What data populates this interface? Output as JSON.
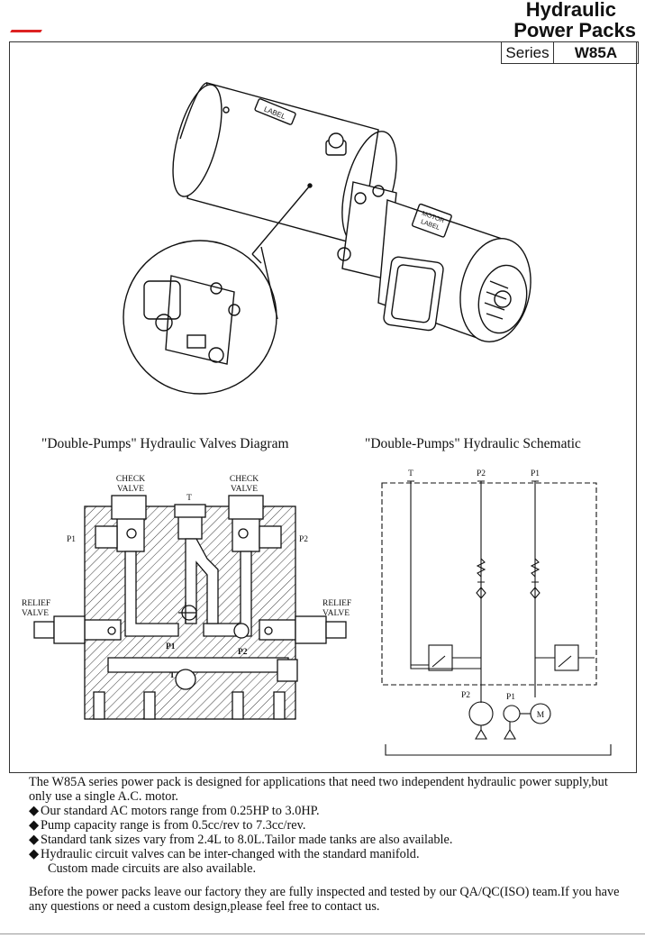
{
  "header": {
    "title_line1": "Hydraulic",
    "title_line2": "Power Packs",
    "series_label": "Series",
    "series_value": "W85A"
  },
  "product_image": {
    "tank_label": "LABEL",
    "motor_label_l1": "MOTOR",
    "motor_label_l2": "LABEL"
  },
  "valves_diagram": {
    "title": "\"Double-Pumps\" Hydraulic Valves Diagram",
    "check_valve_l1": "CHECK",
    "check_valve_l2": "VALVE",
    "relief_valve_l1": "RELIEF",
    "relief_valve_l2": "VALVE",
    "port_t": "T",
    "port_p1": "P1",
    "port_p2": "P2"
  },
  "schematic": {
    "title": "\"Double-Pumps\" Hydraulic Schematic",
    "port_t": "T",
    "port_p1": "P1",
    "port_p2": "P2",
    "motor": "M"
  },
  "description": {
    "intro": "The W85A series power pack is designed for applications that need two independent hydraulic power supply,but only use a single A.C. motor.",
    "bullets": [
      "Our standard AC motors range from 0.25HP to 3.0HP.",
      "Pump capacity range is from 0.5cc/rev to 7.3cc/rev.",
      "Standard tank sizes vary from 2.4L to 8.0L.Tailor made tanks are also available.",
      "Hydraulic circuit valves can be inter-changed with the standard manifold."
    ],
    "bullet_continuation": "Custom made circuits are also available.",
    "closing": "Before the power packs leave our factory they are fully inspected and tested by our QA/QC(ISO) team.If you have any questions or need a custom design,please feel free to contact us."
  }
}
